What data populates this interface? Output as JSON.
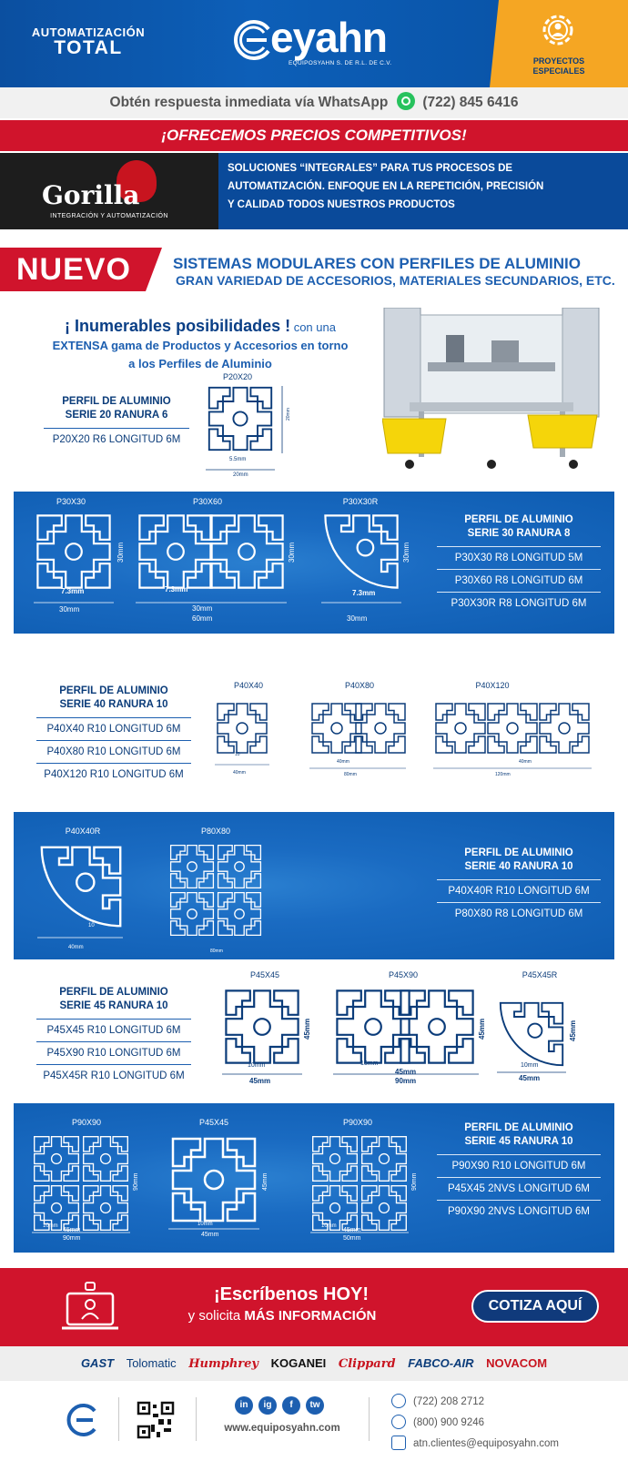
{
  "header": {
    "tagline_1": "AUTOMATIZACIÓN",
    "tagline_2": "TOTAL",
    "logo_word": "eyahn",
    "logo_sub": "EQUIPOSYAHN  S. DE R.L. DE C.V.",
    "special_1": "PROYECTOS",
    "special_2": "ESPECIALES"
  },
  "whatsapp": {
    "text": "Obtén respuesta inmediata vía WhatsApp",
    "phone": "(722) 845 6416"
  },
  "banner": "¡OFRECEMOS PRECIOS COMPETITIVOS!",
  "gorilla": {
    "name": "Gorilla",
    "tagline": "INTEGRACIÓN Y AUTOMATIZACIÓN",
    "solutions_1": "SOLUCIONES “INTEGRALES”  PARA TUS PROCESOS DE",
    "solutions_2": "AUTOMATIZACIÓN. ENFOQUE EN LA REPETICIÓN,  PRECISIÓN",
    "solutions_3": "Y CALIDAD TODOS NUESTROS PRODUCTOS"
  },
  "nuevo": {
    "badge": "NUEVO",
    "title": "SISTEMAS MODULARES CON PERFILES DE ALUMINIO",
    "subtitle": "GRAN VARIEDAD DE ACCESORIOS, MATERIALES SECUNDARIOS, ETC."
  },
  "intro": {
    "headline": "¡ Inumerables posibilidades !",
    "line_1_tail": " con una",
    "line_2": "EXTENSA gama  de Productos y Accesorios en torno",
    "line_3": "a los Perfiles de Aluminio"
  },
  "s20": {
    "title_1": "PERFIL DE ALUMINIO",
    "title_2": "SERIE 20 RANURA 6",
    "items": [
      "P20X20 R6 LONGITUD 6M"
    ],
    "profile_label": "P20X20",
    "dim_slot": "5.5mm",
    "dim_w": "20mm",
    "dim_h": "20mm"
  },
  "s30": {
    "title_1": "PERFIL DE ALUMINIO",
    "title_2": "SERIE 30 RANURA 8",
    "items": [
      "P30X30 R8 LONGITUD 5M",
      "P30X60 R8 LONGITUD 6M",
      "P30X30R  R8 LONGITUD 6M"
    ],
    "labels": [
      "P30X30",
      "P30X60",
      "P30X30R"
    ],
    "dim_slot": "7.3mm",
    "dim_30": "30mm",
    "dim_60": "60mm"
  },
  "s40a": {
    "title_1": "PERFIL DE ALUMINIO",
    "title_2": "SERIE 40 RANURA 10",
    "items": [
      "P40X40 R10 LONGITUD 6M",
      "P40X80 R10 LONGITUD 6M",
      "P40X120 R10 LONGITUD 6M"
    ],
    "labels": [
      "P40X40",
      "P40X80",
      "P40X120"
    ],
    "dim_40": "40mm",
    "dim_80": "80mm",
    "dim_120": "120mm",
    "dim_10": "10"
  },
  "s40b": {
    "title_1": "PERFIL DE ALUMINIO",
    "title_2": "SERIE 40 RANURA 10",
    "items": [
      "P40X40R R10 LONGITUD 6M",
      "P80X80 R8 LONGITUD 6M"
    ],
    "labels": [
      "P40X40R",
      "P80X80"
    ],
    "dim_40": "40mm",
    "dim_10": "10",
    "dim_80": "80mm"
  },
  "s45a": {
    "title_1": "PERFIL DE ALUMINIO",
    "title_2": "SERIE 45 RANURA 10",
    "items": [
      "P45X45 R10 LONGITUD 6M",
      "P45X90 R10 LONGITUD 6M",
      "P45X45R R10 LONGITUD 6M"
    ],
    "labels": [
      "P45X45",
      "P45X90",
      "P45X45R"
    ],
    "dim_45": "45mm",
    "dim_90": "90mm",
    "dim_10": "10mm"
  },
  "s45b": {
    "title_1": "PERFIL DE ALUMINIO",
    "title_2": "SERIE 45 RANURA 10",
    "items": [
      "P90X90 R10 LONGITUD 6M",
      "P45X45 2NVS LONGITUD 6M",
      "P90X90 2NVS LONGITUD 6M"
    ],
    "labels": [
      "P90X90",
      "P45X45",
      "P90X90"
    ],
    "dim_45": "45mm",
    "dim_90": "90mm",
    "dim_50": "50mm",
    "dim_10": "10mm"
  },
  "cta": {
    "headline": "¡Escríbenos HOY!",
    "sub_pre": "y solicita ",
    "sub_bold": "MÁS INFORMACIÓN",
    "button": "COTIZA AQUÍ"
  },
  "brands": [
    "GAST",
    "Tolomatic",
    "Humphrey",
    "KOGANEI",
    "Clippard",
    "FABCO-AIR",
    "NOVACOM"
  ],
  "footer": {
    "website": "www.equiposyahn.com",
    "phone_1": "(722) 208 2712",
    "phone_2": "(800) 900 9246",
    "email": "atn.clientes@equiposyahn.com",
    "social": [
      "in",
      "ig",
      "f",
      "tw"
    ]
  },
  "colors": {
    "brand_blue": "#0d5fb8",
    "accent_orange": "#f5a623",
    "accent_red": "#d0142c",
    "navy": "#0b3c7a"
  }
}
